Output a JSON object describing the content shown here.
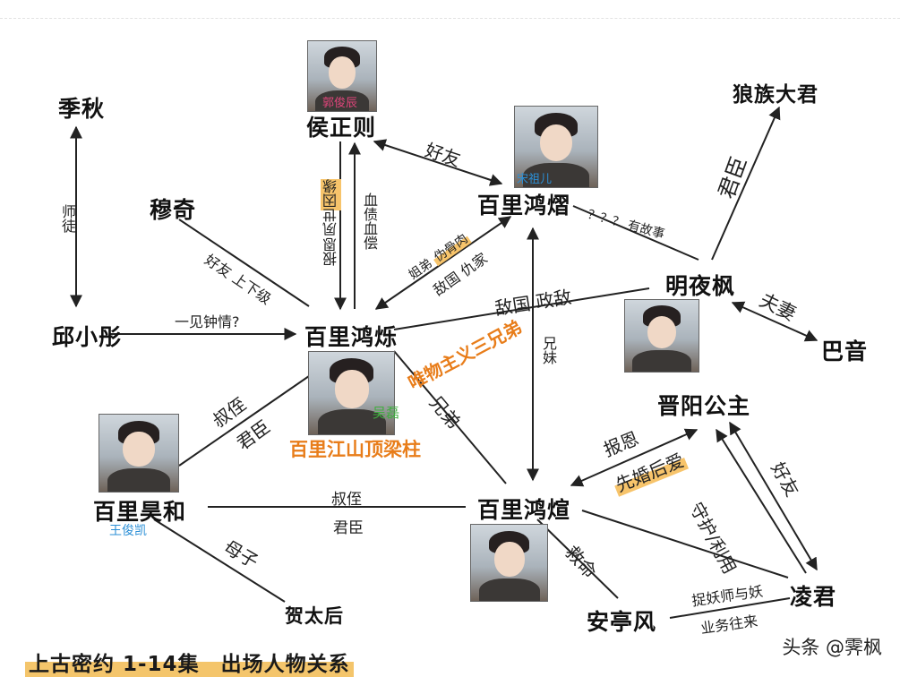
{
  "people": {
    "ji_qiu": "季秋",
    "hou_zhengze": "侯正则",
    "lang_zu": "狼族大君",
    "mu_qi": "穆奇",
    "baili_hongyi": "百里鸿熠",
    "qiu_xiaotong": "邱小彤",
    "baili_hongshuo": "百里鸿烁",
    "ming_yefeng": "明夜枫",
    "ba_yin": "巴音",
    "jinyang_gongzhu": "晋阳公主",
    "baili_haohe": "百里昊和",
    "baili_hongxuan": "百里鸿煊",
    "he_taihou": "贺太后",
    "an_tingfeng": "安亭风",
    "ling_jun": "凌君"
  },
  "actors": {
    "hou_zhengze": "郭俊辰",
    "baili_hongyi": "宋祖儿",
    "baili_hongshuo": "吴磊",
    "baili_haohe": "王俊凯"
  },
  "relations": {
    "shitu": "师徒",
    "haoyou_1": "好友",
    "junchen_lang": "君臣",
    "haoyou_shangxiaji": "好友 上下级",
    "baoen_lingshi": "报恩",
    "lingshi_yinyuan": "夙世因缘",
    "shangguan_xuelu": "血债血偿",
    "jiedi": "姐弟",
    "weigurou": "伪骨肉",
    "diguo_chou": "敌国 仇家",
    "you_gushi": "？？？ 有故事",
    "fuqi": "夫妻",
    "yijian_zhongqing": "一见钟情?",
    "diguo_zhengdi": "敌国 政敌",
    "xiongmei": "兄妹",
    "weiwu_sanxiongdi": "唯物主义三兄弟",
    "shuzhi_1": "叔侄",
    "junchen_1": "君臣",
    "baili_dingliangzhu": "百里江山顶梁柱",
    "xiongdi": "兄弟",
    "baoen_2": "报恩",
    "xianhun_houai": "先婚后爱",
    "shouhu_liyong": "守护/利用",
    "haoyou_2": "好友",
    "shuzhi_2": "叔侄",
    "junchen_2": "君臣",
    "muzi": "母子",
    "jiuming": "救命",
    "zhuoyaoshi": "捉妖师与妖",
    "yewu_wanglai": "业务往来"
  },
  "footer": {
    "title": "上古密约 1-14集　出场人物关系",
    "watermark": "头条 @霁枫"
  },
  "colors": {
    "highlight": "#f4c56b",
    "accent_text": "#e87d1a",
    "actor_blue": "#2b8fd6",
    "actor_green": "#3fae3f",
    "actor_pink": "#e0457b"
  }
}
